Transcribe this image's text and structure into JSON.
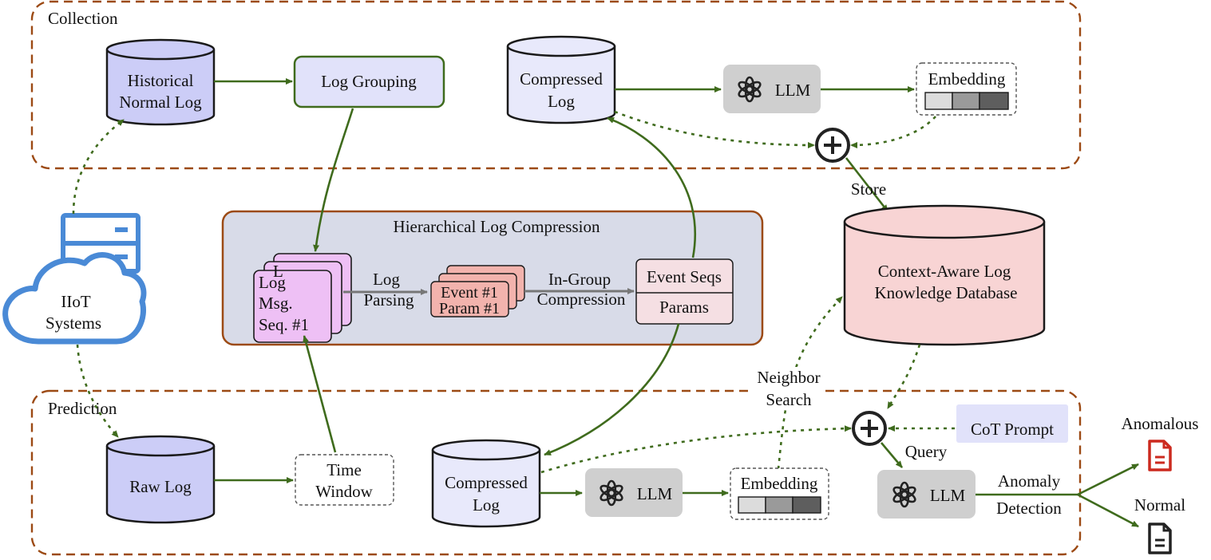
{
  "sections": {
    "collection": "Collection",
    "prediction": "Prediction",
    "compression_title": "Hierarchical Log Compression"
  },
  "source": {
    "line1": "IIoT",
    "line2": "Systems"
  },
  "collection": {
    "historical_log": {
      "line1": "Historical",
      "line2": "Normal Log"
    },
    "log_grouping": "Log Grouping",
    "compressed_log": {
      "line1": "Compressed",
      "line2": "Log"
    },
    "llm": "LLM",
    "embedding": "Embedding"
  },
  "compression": {
    "log_msg_seq": {
      "line1": "Log",
      "line2": "Msg.",
      "line3": "Seq. #1",
      "peek": "L"
    },
    "log_parsing": {
      "line1": "Log",
      "line2": "Parsing"
    },
    "event_param": {
      "line1": "Event #1",
      "line2": "Param #1"
    },
    "in_group": {
      "line1": "In-Group",
      "line2": "Compression"
    },
    "event_seqs": "Event Seqs",
    "params": "Params"
  },
  "database": {
    "store": "Store",
    "line1": "Context-Aware Log",
    "line2": "Knowledge Database",
    "neighbor_search": {
      "line1": "Neighbor",
      "line2": "Search"
    }
  },
  "prediction": {
    "raw_log": "Raw Log",
    "time_window": {
      "line1": "Time",
      "line2": "Window"
    },
    "compressed_log": {
      "line1": "Compressed",
      "line2": "Log"
    },
    "llm": "LLM",
    "embedding": "Embedding",
    "cot_prompt": "CoT Prompt",
    "query": "Query",
    "query_llm": "LLM",
    "anomaly_detection": {
      "line1": "Anomaly",
      "line2": "Detection"
    },
    "anomalous": "Anomalous",
    "normal": "Normal"
  },
  "colors": {
    "section_border": "#9c4a14",
    "arrow_green": "#3f6b1d",
    "cylinder_blue": "#cccdf7",
    "cylinder_light": "#e8e9fb",
    "compression_bg": "#d8dbe8",
    "pink_stack": "#eec0f5",
    "salmon_stack": "#f2b3ad",
    "db_fill": "#f8d4d4",
    "llm_gray": "#cfcfcf",
    "iiot_blue": "#4a8ad6",
    "anomalous_red": "#cc2a1f"
  },
  "icons": [
    "server-icon",
    "cloud-icon",
    "openai-logo-icon",
    "plus-circle-icon",
    "document-icon"
  ]
}
